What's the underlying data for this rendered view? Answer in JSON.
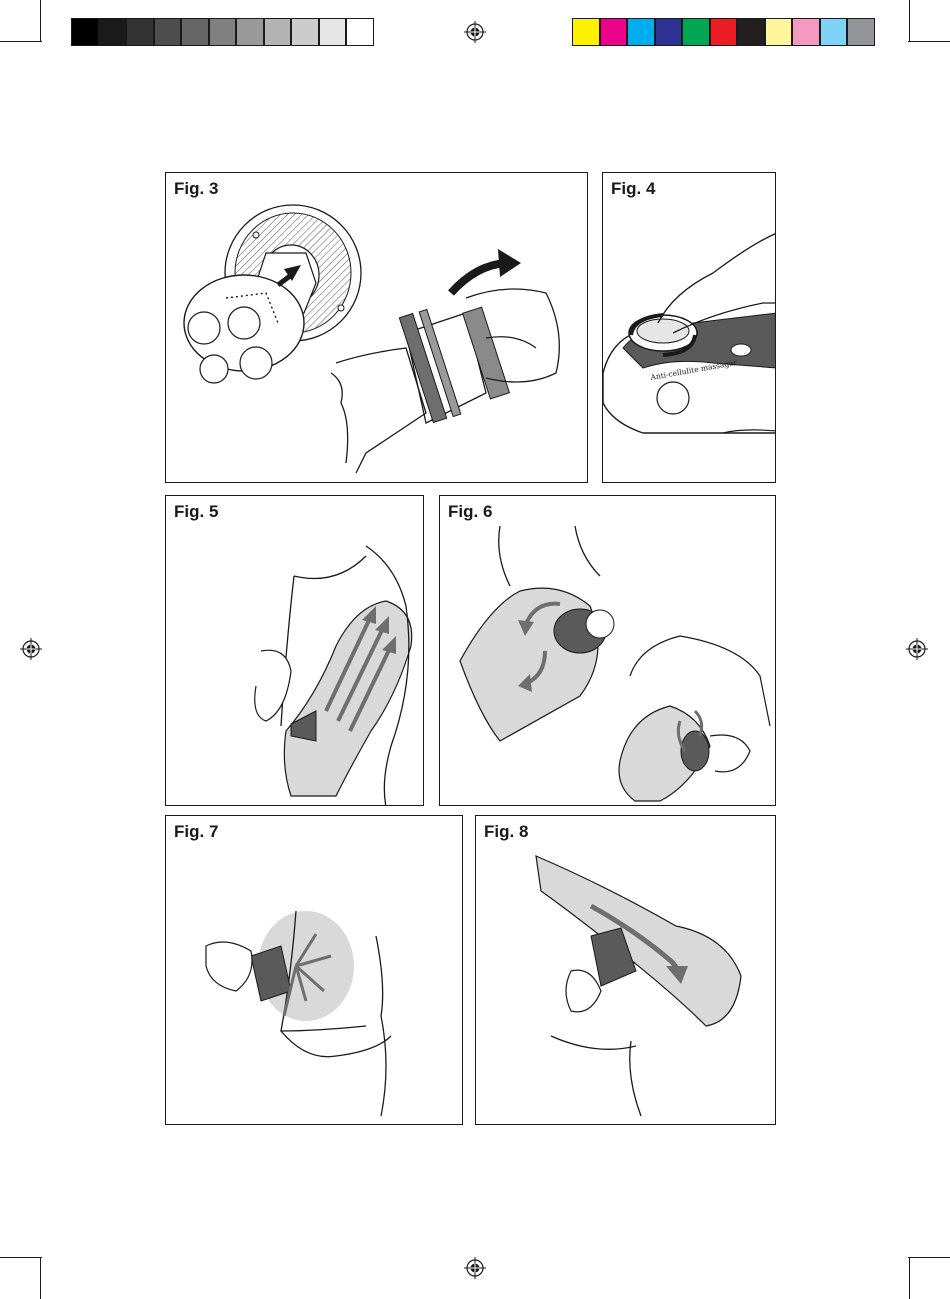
{
  "color_bar": {
    "gray_swatches": [
      "#000000",
      "#1a1a1a",
      "#333333",
      "#4d4d4d",
      "#666666",
      "#808080",
      "#999999",
      "#b3b3b3",
      "#cccccc",
      "#e6e6e6",
      "#ffffff"
    ],
    "process_swatches": [
      "#fff200",
      "#ec008c",
      "#00aeef",
      "#2e3192",
      "#00a651",
      "#ed1c24",
      "#231f20",
      "#fff799",
      "#f49ac1",
      "#7fd3f7",
      "#939598"
    ]
  },
  "figures": {
    "fig3": {
      "label": "Fig. 3"
    },
    "fig4": {
      "label": "Fig. 4",
      "device_text": "Anti-cellulite massager"
    },
    "fig5": {
      "label": "Fig. 5"
    },
    "fig6": {
      "label": "Fig. 6"
    },
    "fig7": {
      "label": "Fig. 7"
    },
    "fig8": {
      "label": "Fig. 8"
    }
  },
  "icons": {
    "registration_mark": "registration-mark-icon",
    "crop_mark": "crop-mark-icon"
  },
  "colors": {
    "ink": "#1a1a1a",
    "shade": "#d9d9d9",
    "arrow_gray": "#6e6e6e",
    "device_dark": "#5a5a5a"
  }
}
